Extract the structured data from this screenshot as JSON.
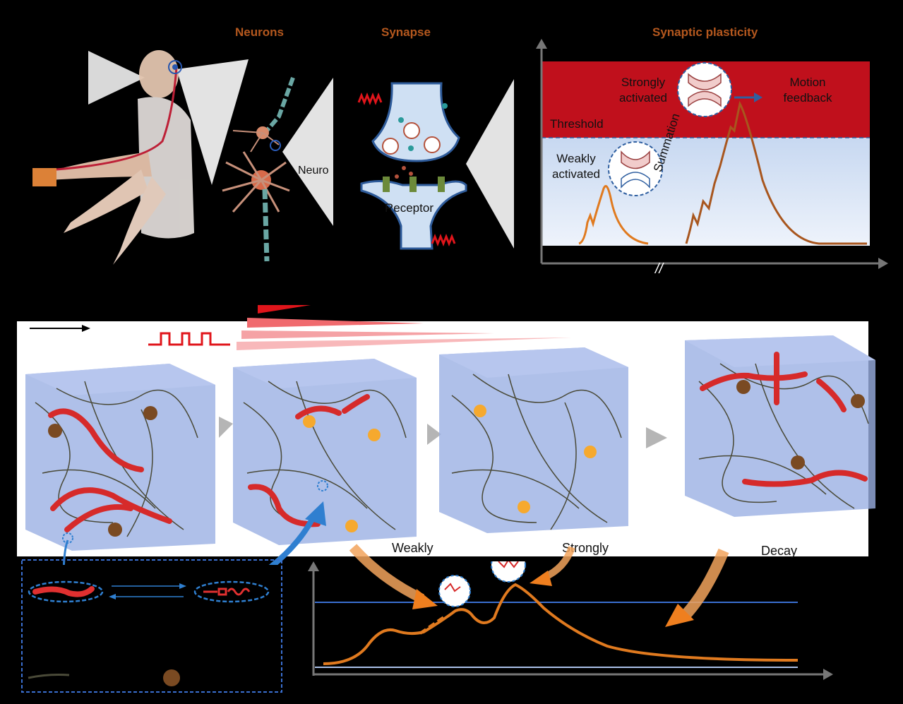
{
  "top": {
    "neurons_title": "Neurons",
    "synapse_title": "Synapse",
    "plasticity_title": "Synaptic plasticity",
    "neuron_cut_label": "Neuro",
    "receptor_label": "Receptor",
    "threshold_label": "Threshold",
    "strongly_line1": "Strongly",
    "strongly_line2": "activated",
    "weakly_line1": "Weakly",
    "weakly_line2": "activated",
    "motion_line1": "Motion",
    "motion_line2": "feedback",
    "summation_label": "Summation",
    "break_mark": "//"
  },
  "bottom": {
    "weakly_label": "Weakly",
    "strongly_label": "Strongly",
    "decay_label": "Decay"
  },
  "colors": {
    "threshold_band": "#c0101c",
    "subthreshold_band": "#dbe6f6",
    "pulse_red": "#e0151b",
    "weak_curve": "#e07a1f",
    "strong_curve": "#a8561e",
    "gel_blue": "#8fa6e0",
    "title_orange": "#b5581e",
    "arrow_blue": "#2f7fd0"
  }
}
